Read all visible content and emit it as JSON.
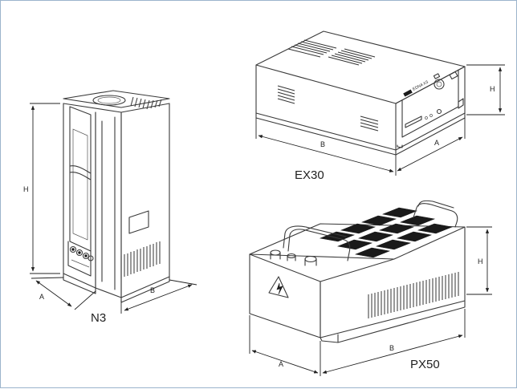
{
  "units": [
    {
      "id": "n3",
      "title": "N3",
      "dims": {
        "height": "H",
        "width_front": "A",
        "depth": "B"
      }
    },
    {
      "id": "ex30",
      "title": "EX30",
      "dims": {
        "height": "H",
        "width_front": "A",
        "depth": "B"
      },
      "badge": "EDNA X3"
    },
    {
      "id": "px50",
      "title": "PX50",
      "dims": {
        "height": "H",
        "width_front": "A",
        "depth": "B"
      }
    }
  ]
}
